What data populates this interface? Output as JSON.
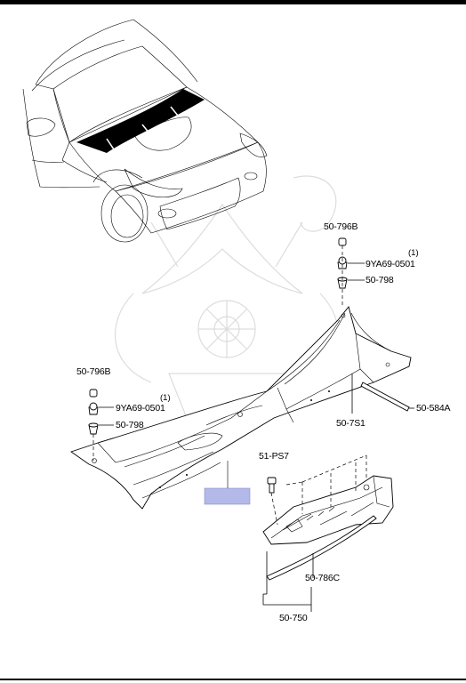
{
  "labels": {
    "top_796b": "50-796B",
    "top_9ya": "9YA69-0501",
    "top_q": "(1)",
    "top_798": "50-798",
    "left_796b": "50-796B",
    "left_9ya": "9YA69-0501",
    "left_q": "(1)",
    "left_798": "50-798",
    "p751": "50-7S1",
    "p584a": "50-584A",
    "p51ps7": "51-PS7",
    "p786c": "50-786C",
    "p750": "50-750"
  },
  "colors": {
    "highlight": "#b3b9e8",
    "line": "#000000"
  }
}
